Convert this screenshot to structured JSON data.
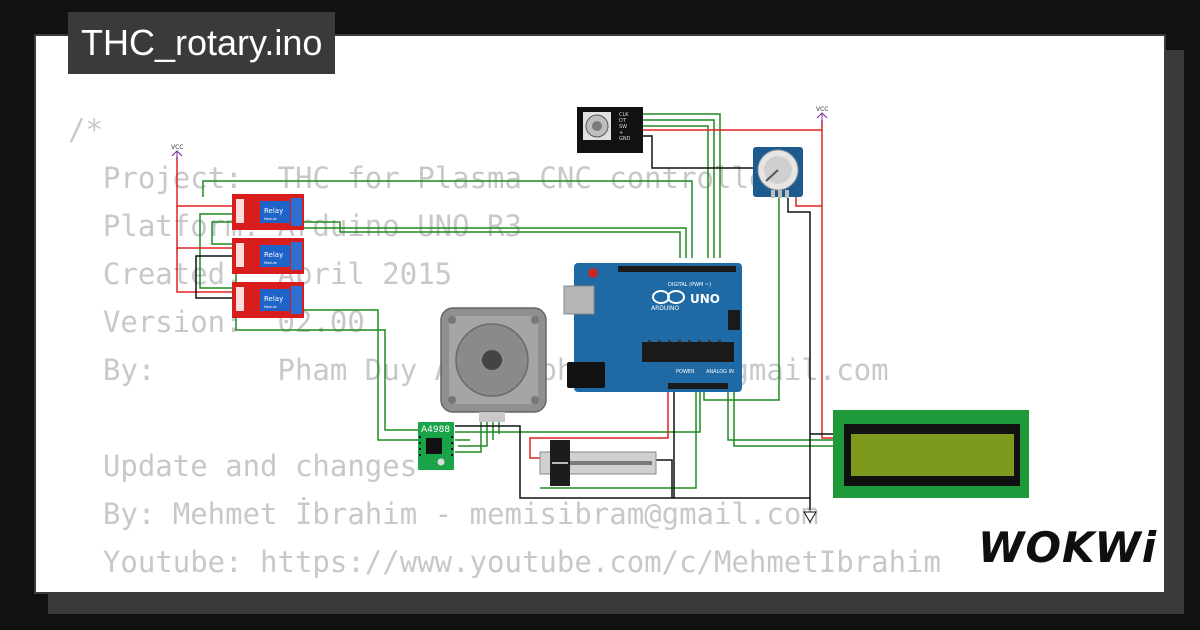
{
  "title": "THC_rotary.ino",
  "code_lines": [
    "/*",
    "  Project:  THC for Plasma CNC controller",
    "  Platform: Arduino UNO R3",
    "  Created:  April 2015",
    "  Version:  02.00",
    "  By:       Pham Duy Anh - phamduyanh@gmail.com",
    "",
    "  Update and changes",
    "  By: Mehmet İbrahim - memisibram@gmail.com",
    "  Youtube: https://www.youtube.com/c/MehmetIbrahim"
  ],
  "logo": "WOKWi",
  "labels": {
    "vcc": "VCC",
    "relay": "Relay",
    "relay_sub": "Module",
    "driver": "A4988",
    "board_uno": "UNO",
    "board_brand": "ARDUINO",
    "board_digital": "DIGITAL (PWM ~)",
    "board_power": "POWER",
    "board_analog": "ANALOG IN",
    "encoder_pins": [
      "CLK",
      "DT",
      "SW",
      "+",
      "GND"
    ]
  },
  "colors": {
    "wire_green": "#1e8a1e",
    "wire_red": "#e02020",
    "wire_black": "#111111",
    "arduino_blue": "#1f6aa5",
    "lcd_green": "#1f9a3a",
    "lcd_screen": "#7d9a1f",
    "relay_red": "#d91c1c"
  }
}
